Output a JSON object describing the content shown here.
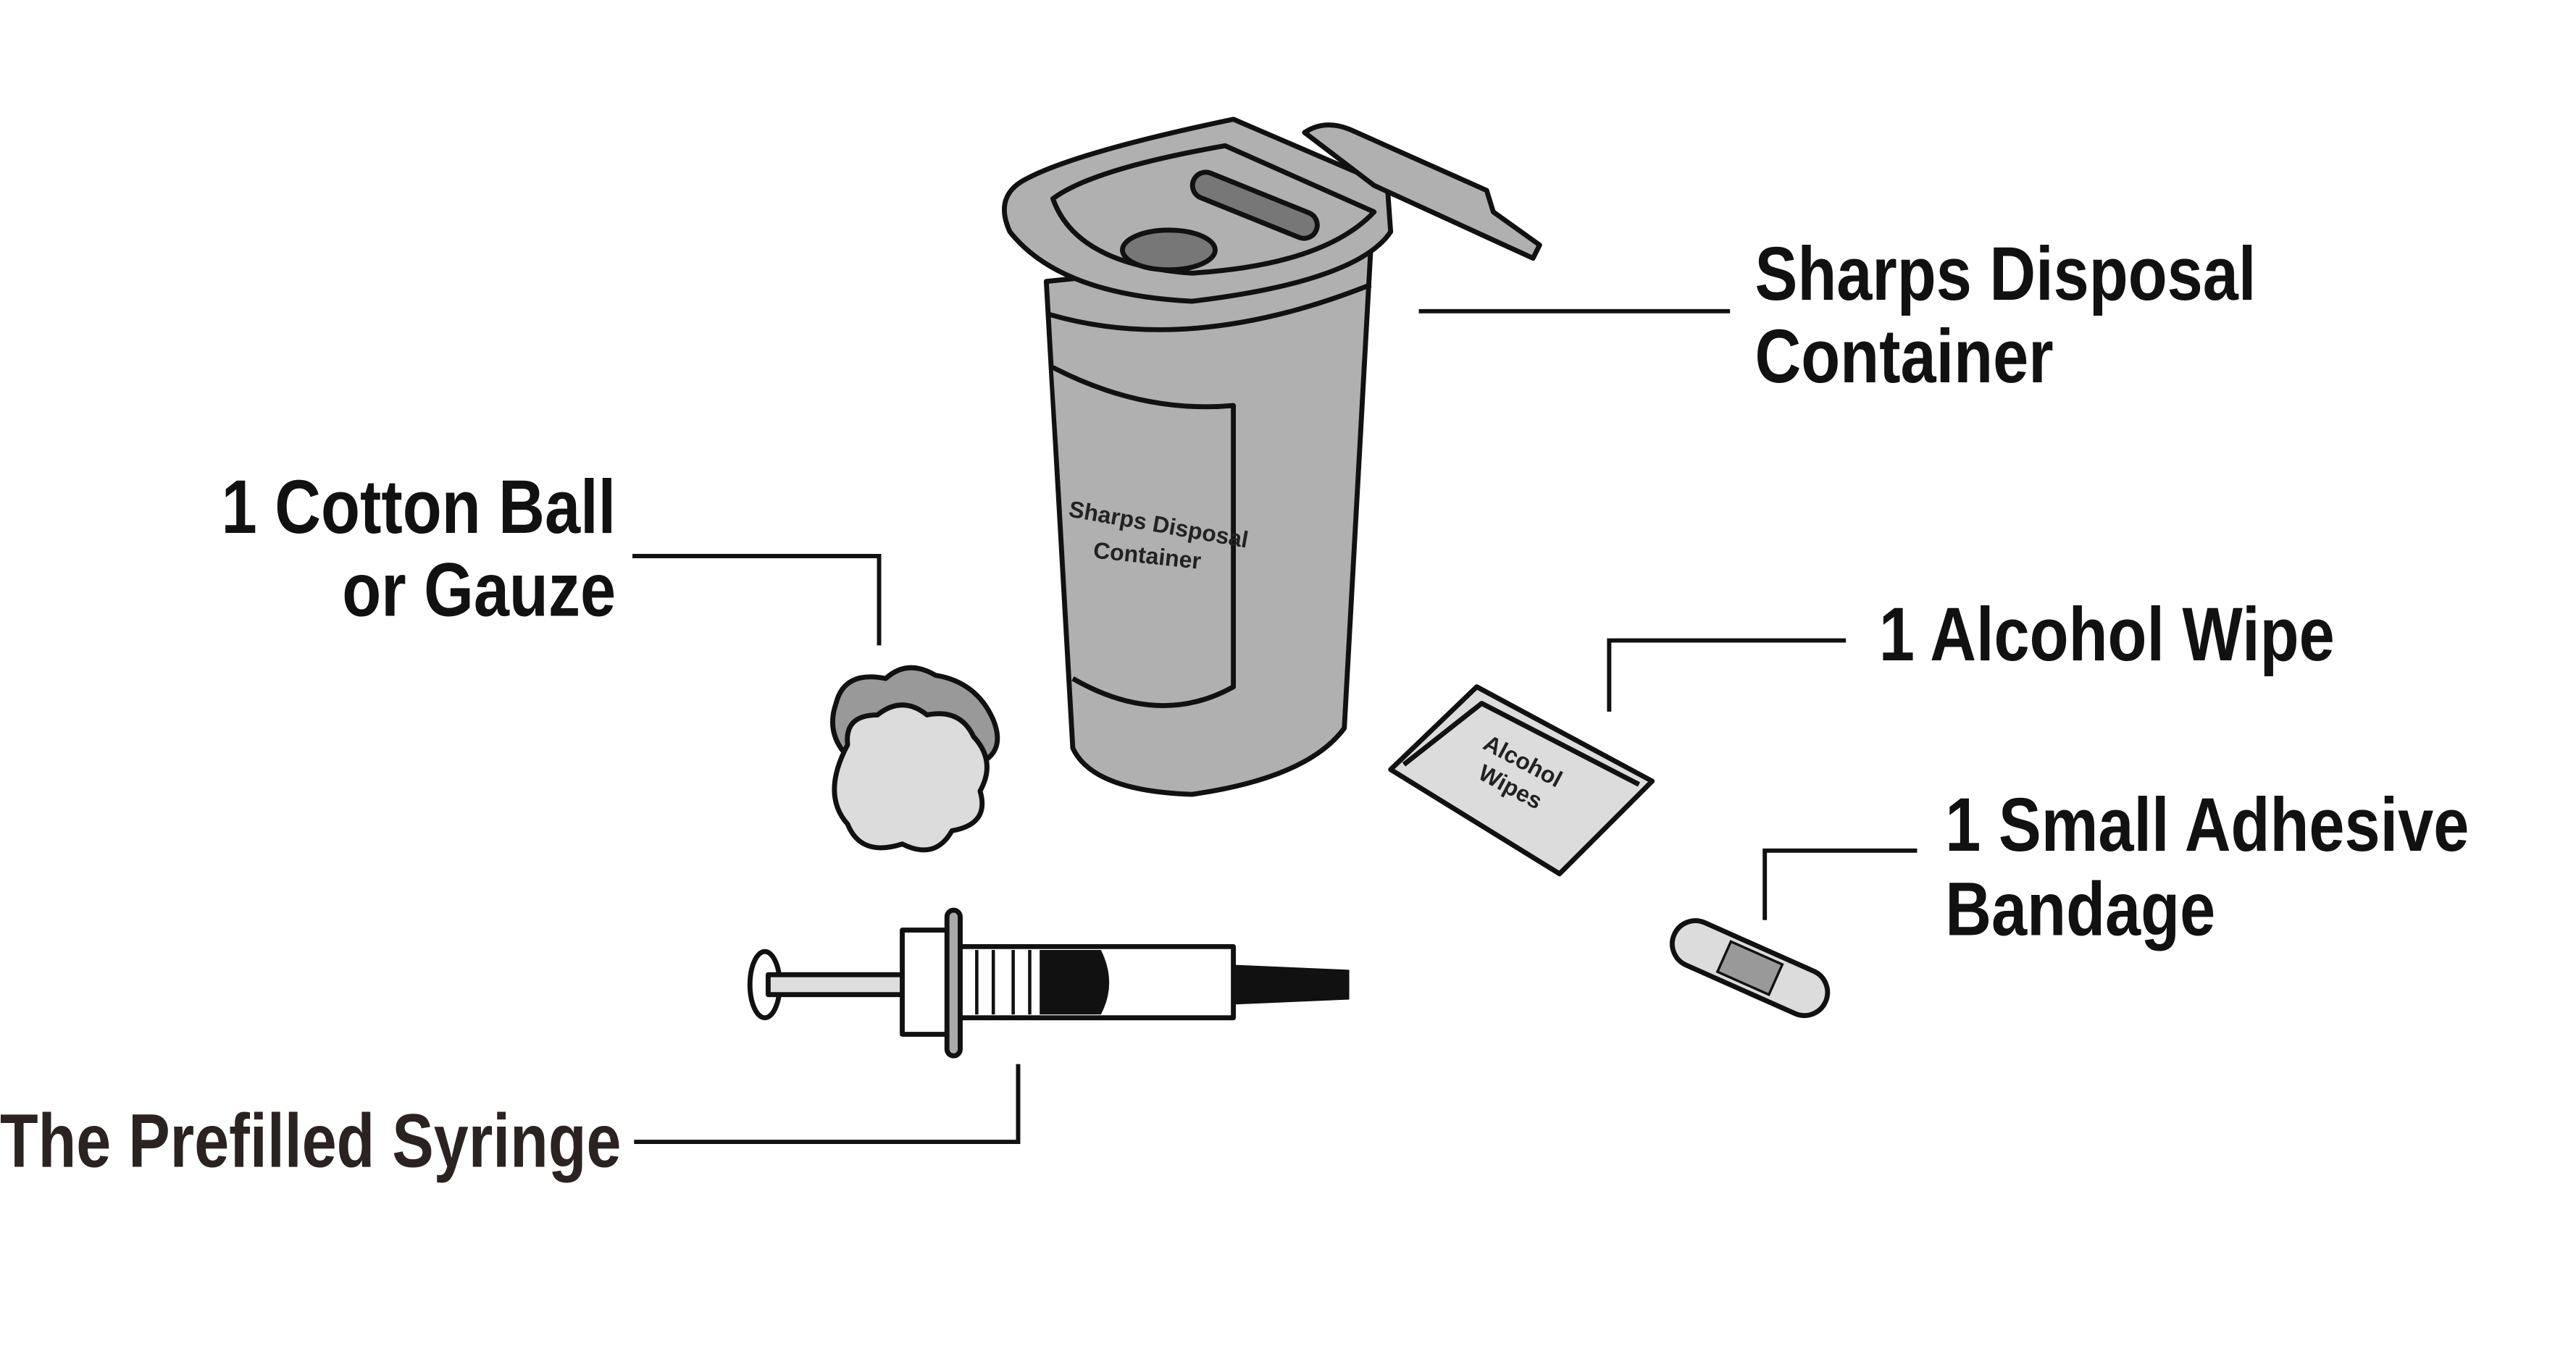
{
  "labels": {
    "sharps_container": [
      "Sharps Disposal",
      "Container"
    ],
    "cotton_ball": [
      "1 Cotton Ball",
      "or Gauze"
    ],
    "alcohol_wipe": "1 Alcohol Wipe",
    "bandage": [
      "1 Small Adhesive",
      "Bandage"
    ],
    "syringe": "The Prefilled Syringe"
  },
  "item_text": {
    "container_label": [
      "Sharps Disposal",
      "Container"
    ],
    "wipe_packet": [
      "Alcohol",
      "Wipes"
    ]
  },
  "colors": {
    "container_gray": "#b0b0b0",
    "dark_gray": "#777777",
    "light_gray": "#dcdcdc",
    "ink": "#111111"
  }
}
